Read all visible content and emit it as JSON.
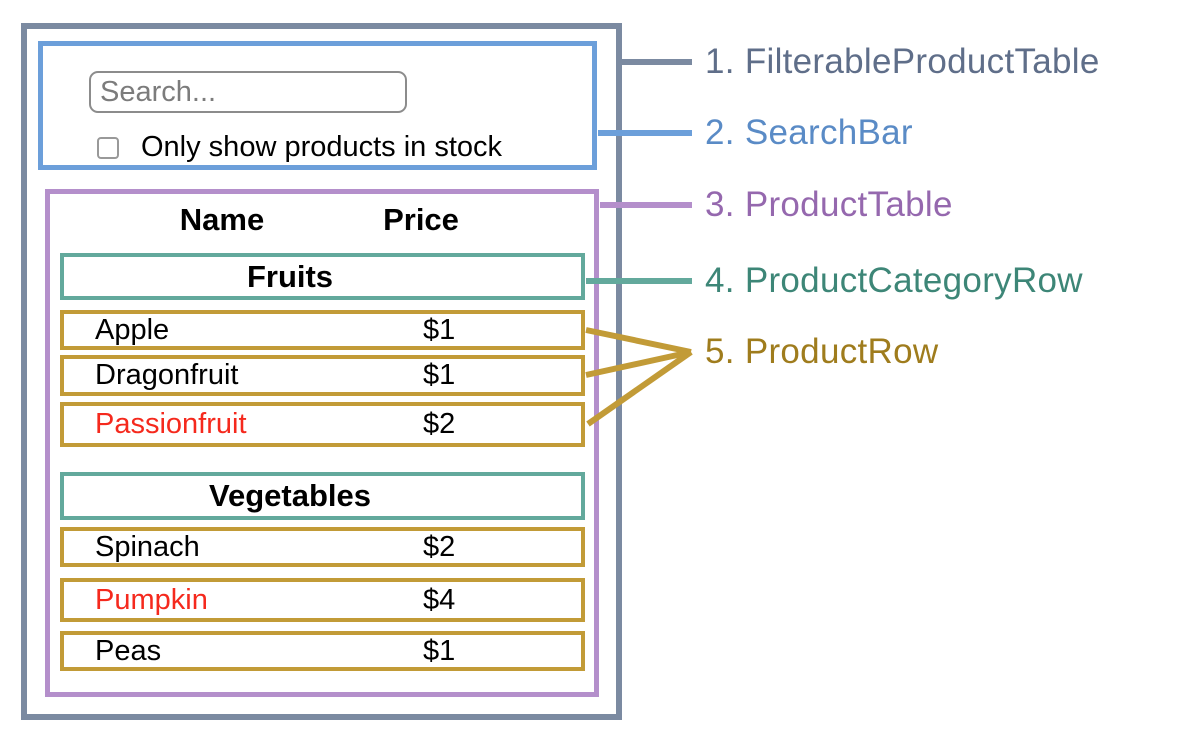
{
  "colors": {
    "container_border": "#7b8aa1",
    "searchbar_border": "#6c9fda",
    "table_border": "#b48fcb",
    "category_border": "#63a99c",
    "row_border": "#c29b37",
    "label_filterable": "#5f6e89",
    "label_searchbar": "#5a8bc6",
    "label_table": "#9568ae",
    "label_category": "#3d8677",
    "label_row": "#9f7c1d",
    "out_of_stock_text": "#f5291d",
    "default_text": "#000000",
    "input_border": "#8c8c8c",
    "placeholder_text": "#7c7c7c"
  },
  "component_labels": [
    {
      "text": "1. FilterableProductTable"
    },
    {
      "text": "2. SearchBar"
    },
    {
      "text": "3. ProductTable"
    },
    {
      "text": "4. ProductCategoryRow"
    },
    {
      "text": "5. ProductRow"
    }
  ],
  "search_bar": {
    "placeholder": "Search...",
    "checkbox_label": "Only show products in stock",
    "checkbox_checked": false
  },
  "product_table": {
    "columns": {
      "name": "Name",
      "price": "Price"
    },
    "sections": [
      {
        "category": "Fruits",
        "rows": [
          {
            "name": "Apple",
            "price": "$1",
            "out_of_stock": false
          },
          {
            "name": "Dragonfruit",
            "price": "$1",
            "out_of_stock": false
          },
          {
            "name": "Passionfruit",
            "price": "$2",
            "out_of_stock": true
          }
        ]
      },
      {
        "category": "Vegetables",
        "rows": [
          {
            "name": "Spinach",
            "price": "$2",
            "out_of_stock": false
          },
          {
            "name": "Pumpkin",
            "price": "$4",
            "out_of_stock": true
          },
          {
            "name": "Peas",
            "price": "$1",
            "out_of_stock": false
          }
        ]
      }
    ]
  }
}
